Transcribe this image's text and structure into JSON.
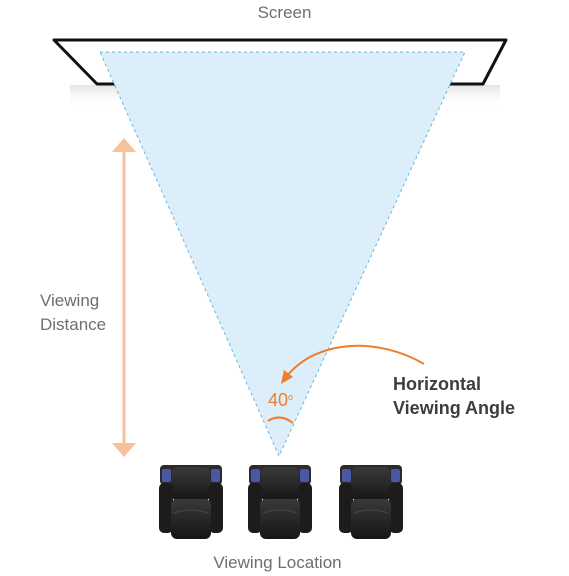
{
  "labels": {
    "screen": "Screen",
    "viewing_distance_line1": "Viewing",
    "viewing_distance_line2": "Distance",
    "horizontal_line1": "Horizontal",
    "horizontal_line2": "Viewing Angle",
    "angle_number": "40",
    "angle_unit": "o",
    "viewing_location": "Viewing Location"
  },
  "colors": {
    "accent": "#ef7d2b",
    "arrow": "#f6c19b",
    "cone_fill": "#dbeef9",
    "cone_edge": "#6cb6dd",
    "screen_frame": "#111111",
    "seat": "#1f1f1f",
    "speaker_light": "#4a57a3"
  },
  "seats": [
    {
      "name": "seat-left"
    },
    {
      "name": "seat-center"
    },
    {
      "name": "seat-right"
    }
  ]
}
